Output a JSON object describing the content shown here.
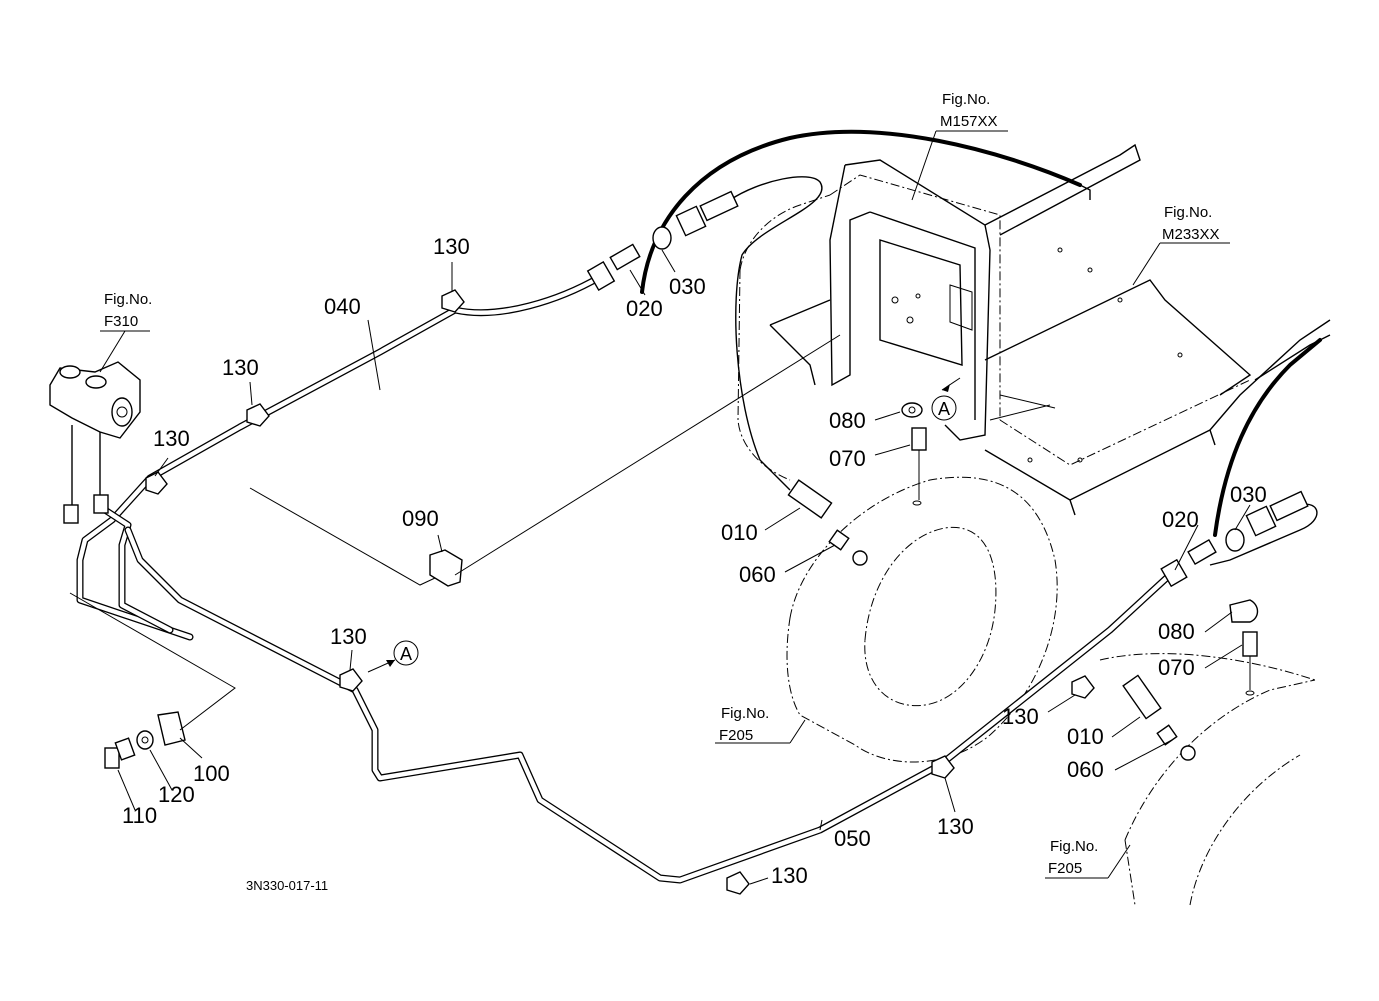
{
  "drawing_code": "3N330-017-11",
  "fig_refs": {
    "f310": {
      "title": "Fig.No.",
      "code": "F310"
    },
    "m157": {
      "title": "Fig.No.",
      "code": "M157XX"
    },
    "m233": {
      "title": "Fig.No.",
      "code": "M233XX"
    },
    "f205_center": {
      "title": "Fig.No.",
      "code": "F205"
    },
    "f205_right": {
      "title": "Fig.No.",
      "code": "F205"
    }
  },
  "view_marker": "A",
  "parts": {
    "p010": "010",
    "p020": "020",
    "p030": "030",
    "p040": "040",
    "p050": "050",
    "p060": "060",
    "p070": "070",
    "p080": "080",
    "p090": "090",
    "p100": "100",
    "p110": "110",
    "p120": "120",
    "p130": "130"
  }
}
